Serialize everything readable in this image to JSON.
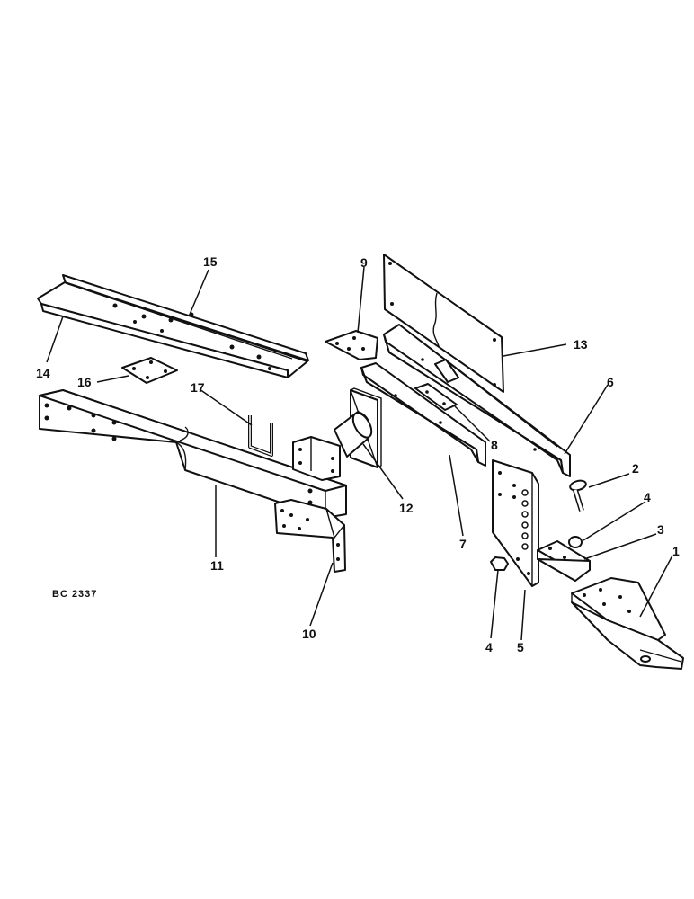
{
  "figure_ref": "BC 2337",
  "callouts": {
    "c1": "1",
    "c2": "2",
    "c3": "3",
    "c4a": "4",
    "c4b": "4",
    "c5": "5",
    "c6": "6",
    "c7": "7",
    "c8": "8",
    "c9": "9",
    "c10": "10",
    "c11": "11",
    "c12": "12",
    "c13": "13",
    "c14": "14",
    "c15": "15",
    "c16": "16",
    "c17": "17"
  }
}
